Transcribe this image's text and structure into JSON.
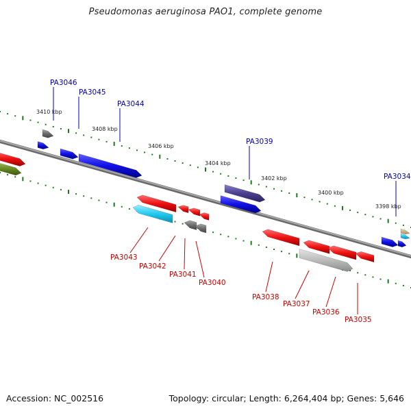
{
  "title": "Pseudomonas aeruginosa PAO1, complete genome",
  "footer": {
    "accession": "Accession: NC_002516",
    "topology": "Topology: circular; Length: 6,264,404 bp; Genes: 5,646"
  },
  "position_labels": [
    "3410 kbp",
    "3408 kbp",
    "3406 kbp",
    "3404 kbp",
    "3402 kbp",
    "3400 kbp",
    "3398 kbp"
  ],
  "genes_top": [
    "PA3046",
    "PA3045",
    "PA3044",
    "PA3039",
    "PA3034"
  ],
  "genes_bottom": [
    "PA3043",
    "PA3042",
    "PA3041",
    "PA3040",
    "PA3038",
    "PA3037",
    "PA3036",
    "PA3035"
  ],
  "colors": {
    "forward_label": "#0000b4",
    "reverse_label": "#cc0000",
    "axis": "#888888",
    "tick": "#1a7a1a",
    "blue": "#1010e6",
    "red": "#ee1111",
    "gray": "#777777",
    "light_gray": "#bbbbbb",
    "cyan": "#22c8ee",
    "purple": "#4a3f8f",
    "olive": "#6b8e23"
  }
}
